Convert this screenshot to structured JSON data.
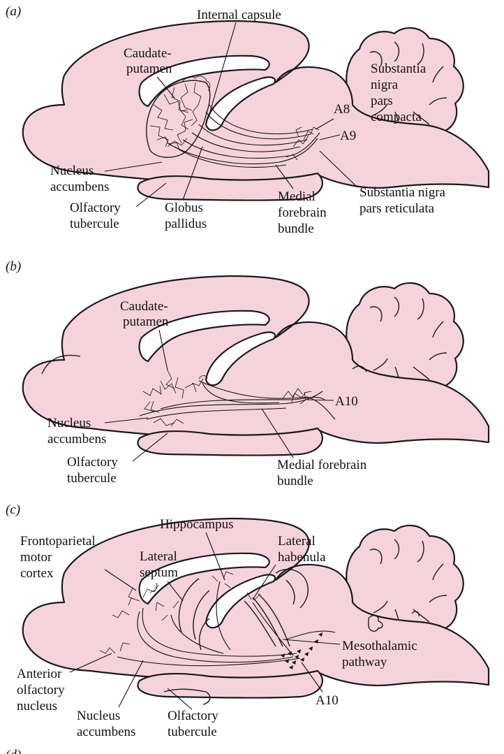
{
  "panel_a": {
    "panel_label": "(a)",
    "labels": {
      "internal_capsule": "Internal capsule",
      "caudate_l1": "Caudate-",
      "caudate_l2": "putamen",
      "sn_l1": "Substantia",
      "sn_l2": "nigra",
      "sn_l3": "pars",
      "sn_l4": "compacta",
      "a8": "A8",
      "a9": "A9",
      "nacc_l1": "Nucleus",
      "nacc_l2": "accumbens",
      "olf_l1": "Olfactory",
      "olf_l2": "tubercule",
      "gp_l1": "Globus",
      "gp_l2": "pallidus",
      "mfb_l1": "Medial",
      "mfb_l2": "forebrain",
      "mfb_l3": "bundle",
      "snr_l1": "Substantia nigra",
      "snr_l2": "pars reticulata"
    }
  },
  "panel_b": {
    "panel_label": "(b)",
    "labels": {
      "caudate_l1": "Caudate-",
      "caudate_l2": "putamen",
      "a10": "A10",
      "nacc_l1": "Nucleus",
      "nacc_l2": "accumbens",
      "olf_l1": "Olfactory",
      "olf_l2": "tubercule",
      "mfb_l1": "Medial forebrain",
      "mfb_l2": "bundle"
    }
  },
  "panel_c": {
    "panel_label": "(c)",
    "labels": {
      "hippocampus": "Hippocampus",
      "front_l1": "Frontoparietal",
      "front_l2": "motor",
      "front_l3": "cortex",
      "septum_l1": "Lateral",
      "septum_l2": "septum",
      "habenula_l1": "Lateral",
      "habenula_l2": "habenula",
      "meso_l1": "Mesothalamic",
      "meso_l2": "pathway",
      "anterior_l1": "Anterior",
      "anterior_l2": "olfactory",
      "anterior_l3": "nucleus",
      "nacc_l1": "Nucleus",
      "nacc_l2": "accumbens",
      "olf_l1": "Olfactory",
      "olf_l2": "tubercule",
      "a10": "A10"
    }
  },
  "panel_d": {
    "panel_label": "(d)"
  },
  "colors": {
    "brain_fill": "#f6d3dc",
    "outline": "#1a1a1a"
  }
}
